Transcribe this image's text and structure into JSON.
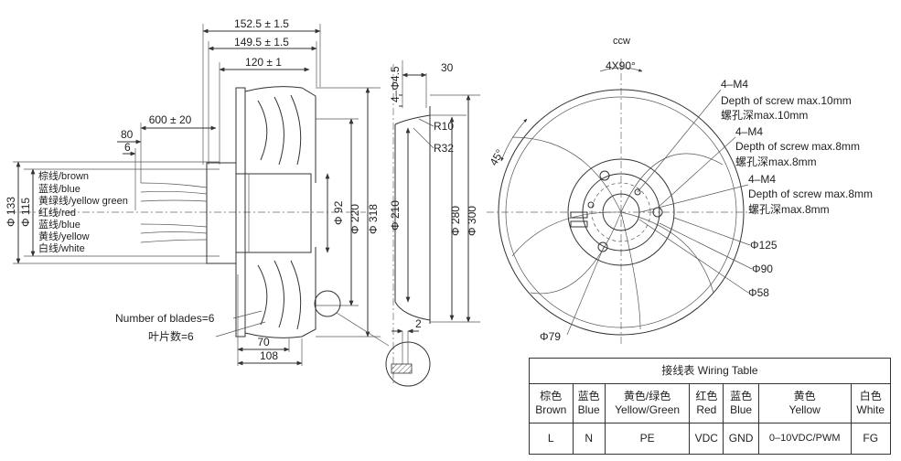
{
  "dims": {
    "d152": "152.5 ± 1.5",
    "d149": "149.5 ± 1.5",
    "d120": "120 ± 1",
    "d600": "600 ± 20",
    "d80": "80",
    "d6": "6",
    "d133": "Φ 133",
    "d115": "Φ 115",
    "d92": "Φ 92",
    "d220": "Φ 220",
    "d318": "Φ 318",
    "d210": "Φ 210",
    "d280": "Φ 280",
    "d300": "Φ 300",
    "d45": "4–Φ4.5",
    "d30": "30",
    "r10": "R10",
    "r32": "R32",
    "d70": "70",
    "d108": "108",
    "d2": "2",
    "p125": "Φ125",
    "p90": "Φ90",
    "p58": "Φ58",
    "p79": "Φ79",
    "ccw": "ccw",
    "ang4x90": "4X90°",
    "ang45": "45°"
  },
  "wires": [
    "棕线/brown",
    "蓝线/blue",
    "黄绿线/yellow green",
    "红线/red",
    "蓝线/blue",
    "黄线/yellow",
    "白线/white"
  ],
  "blades": {
    "en": "Number of blades=6",
    "cn": "叶片数=6"
  },
  "screws": [
    {
      "count": "4–M4",
      "en": "Depth of screw max.10mm",
      "cn": "螺孔深max.10mm"
    },
    {
      "count": "4–M4",
      "en": "Depth of screw max.8mm",
      "cn": "螺孔深max.8mm"
    },
    {
      "count": "4–M4",
      "en": "Depth of screw max.8mm",
      "cn": "螺孔深max.8mm"
    }
  ],
  "wiring_table": {
    "title": "接线表  Wiring Table",
    "columns": [
      {
        "cn": "棕色",
        "en": "Brown",
        "value": "L"
      },
      {
        "cn": "蓝色",
        "en": "Blue",
        "value": "N"
      },
      {
        "cn": "黄色/绿色",
        "en": "Yellow/Green",
        "value": "PE"
      },
      {
        "cn": "红色",
        "en": "Red",
        "value": "VDC"
      },
      {
        "cn": "蓝色",
        "en": "Blue",
        "value": "GND"
      },
      {
        "cn": "黄色",
        "en": "Yellow",
        "value": "0–10VDC/PWM"
      },
      {
        "cn": "白色",
        "en": "White",
        "value": "FG"
      }
    ]
  }
}
